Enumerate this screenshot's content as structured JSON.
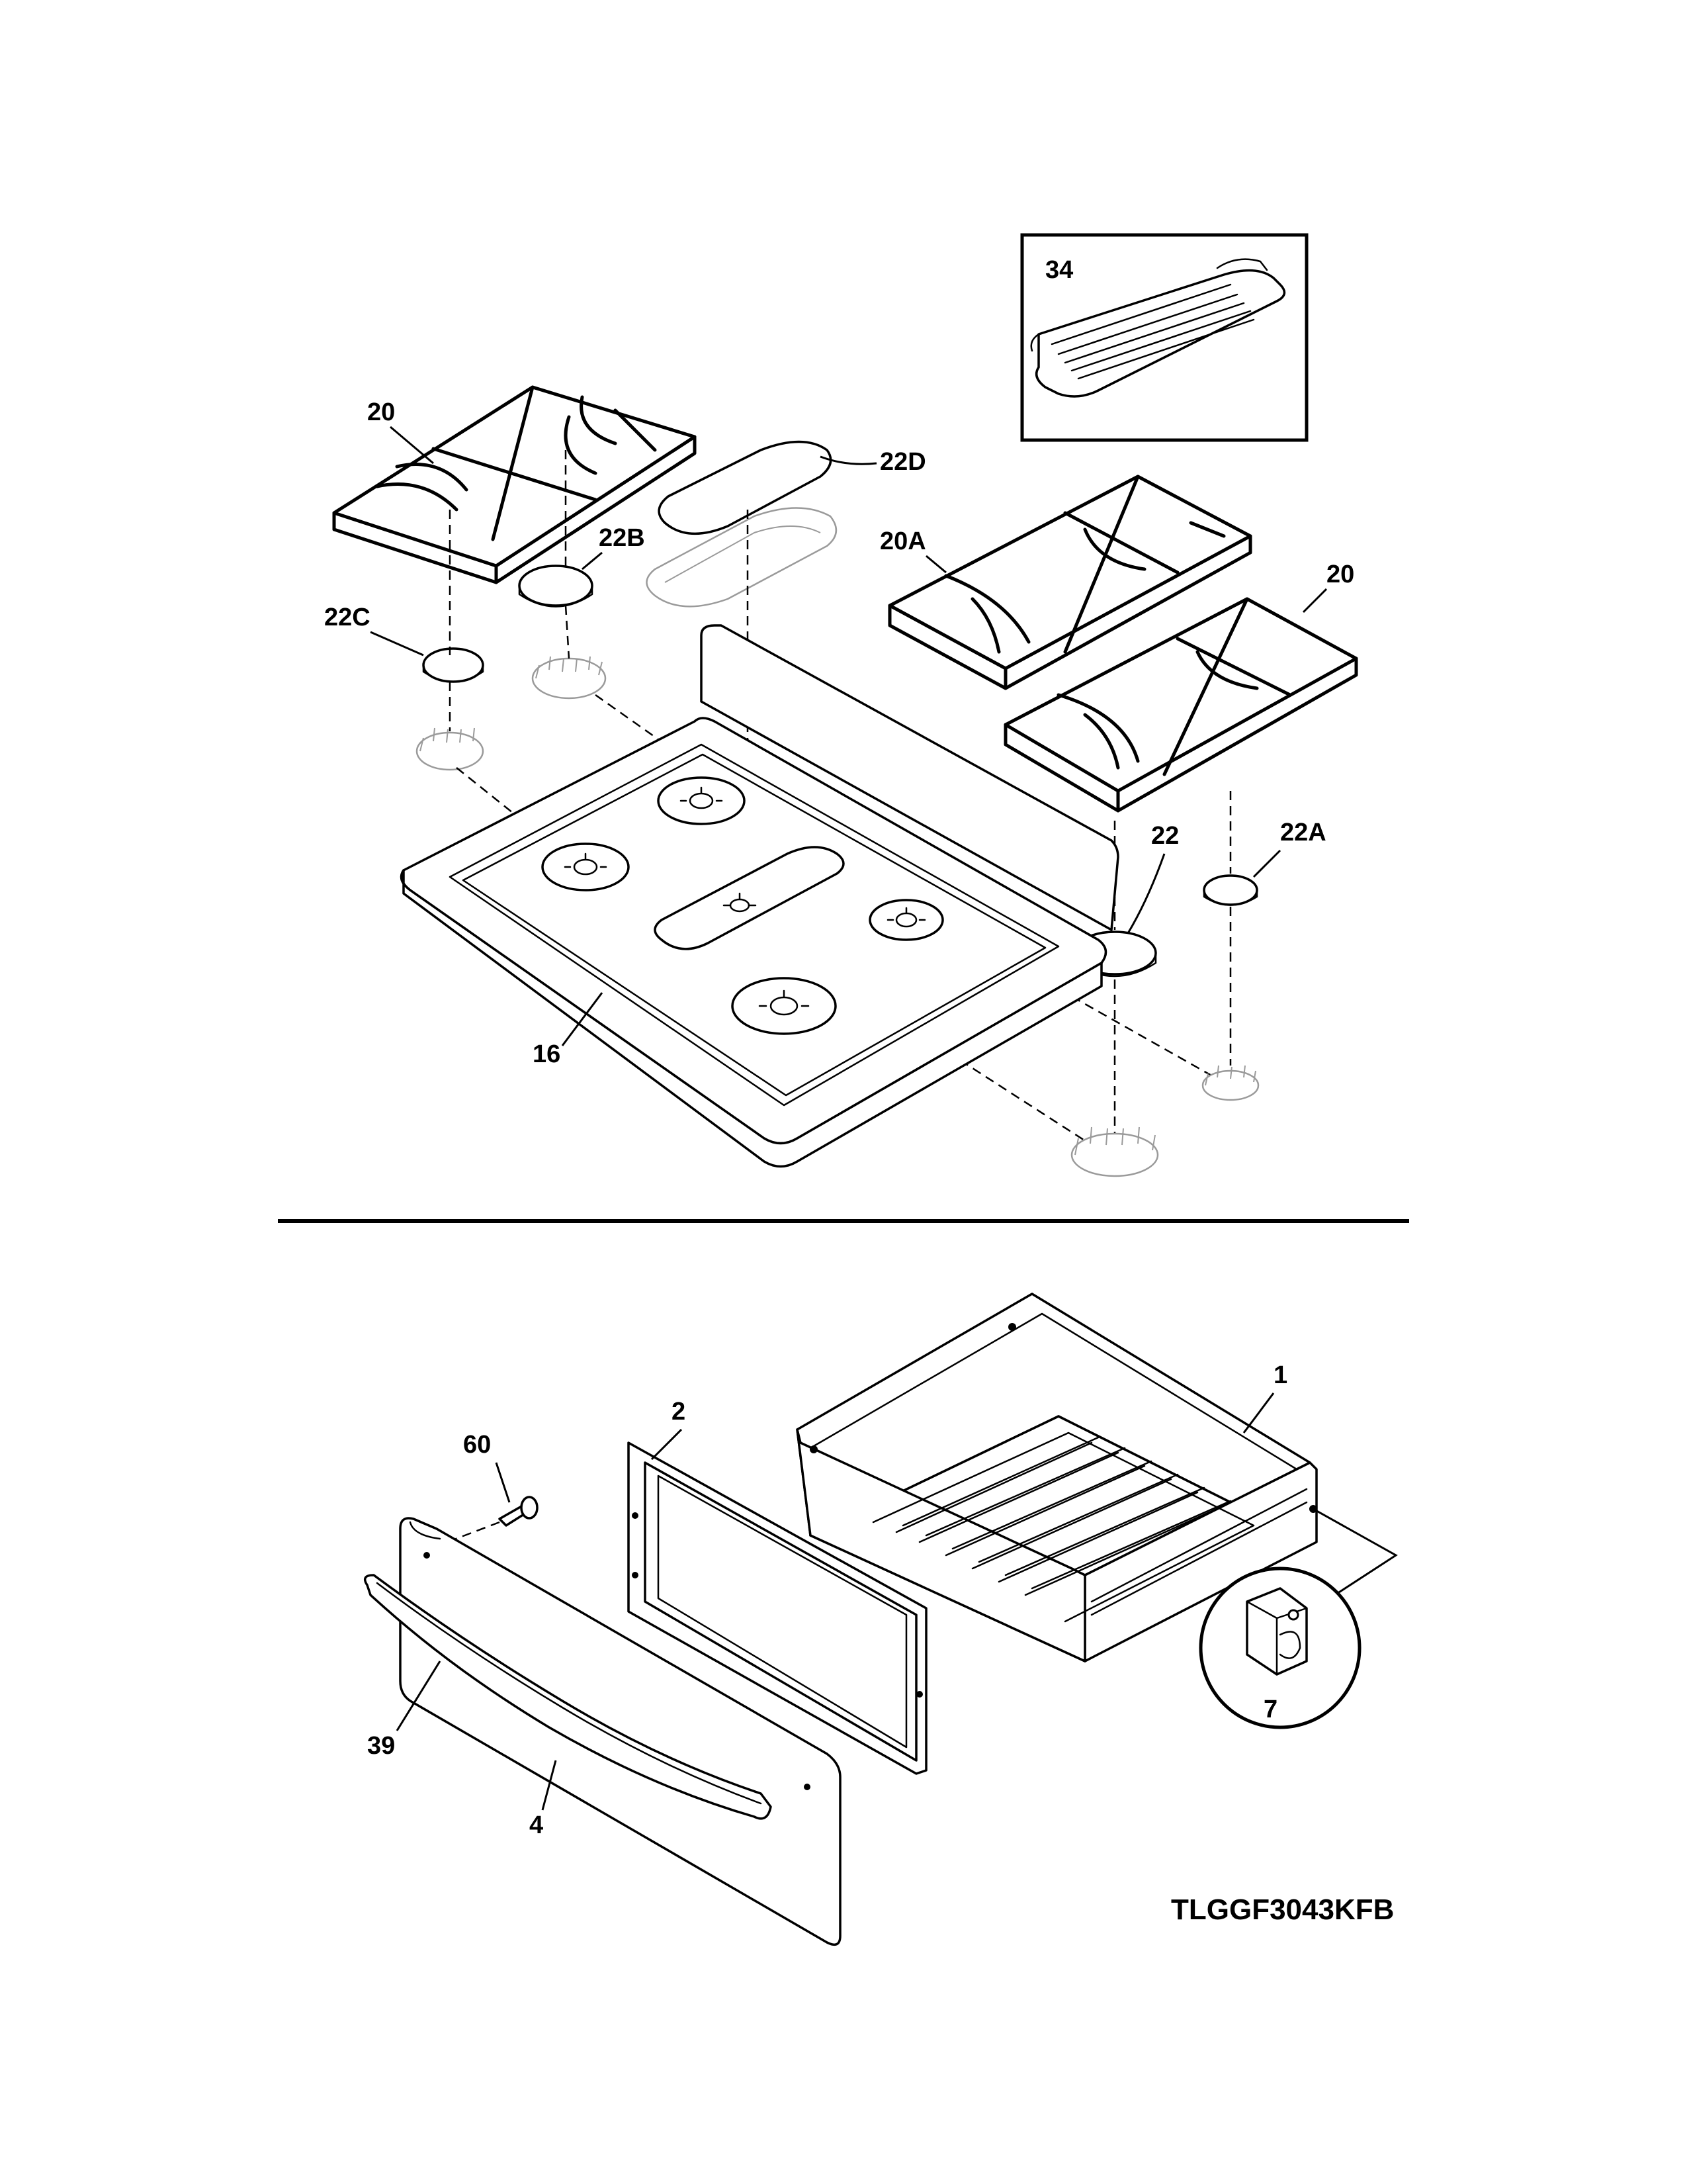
{
  "labels": {
    "grate_left": "20",
    "cap_oval": "22D",
    "cap_22b": "22B",
    "cap_22c": "22C",
    "grate_center": "20A",
    "grate_right": "20",
    "cap_22": "22",
    "cap_22a": "22A",
    "cooktop": "16",
    "griddle": "34",
    "drawer_box": "1",
    "drawer_liner": "2",
    "screw": "60",
    "drawer_front": "4",
    "handle": "39",
    "clip": "7"
  },
  "model_number": "TLGGF3043KFB"
}
